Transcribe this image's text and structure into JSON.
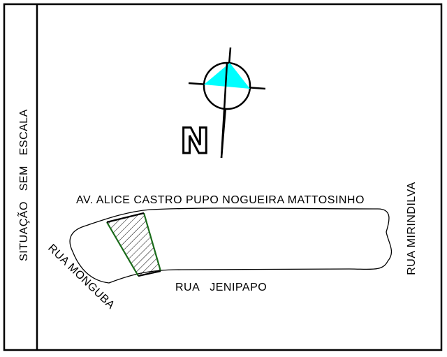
{
  "sidebar": {
    "title": "SITUAÇÃO   SEM   ESCALA"
  },
  "compass": {
    "north_label": "N",
    "arrow_color": "#00ffff",
    "icon": "north-arrow-icon"
  },
  "streets": {
    "top": "AV. ALICE CASTRO PUPO NOGUEIRA MATTOSINHO",
    "bottom": "RUA   JENIPAPO",
    "left": "RUA MONGUBA",
    "right": "RUA MIRINDILVA"
  },
  "lot": {
    "hatch_color": "#000000",
    "border_color": "#1a6b1a"
  }
}
